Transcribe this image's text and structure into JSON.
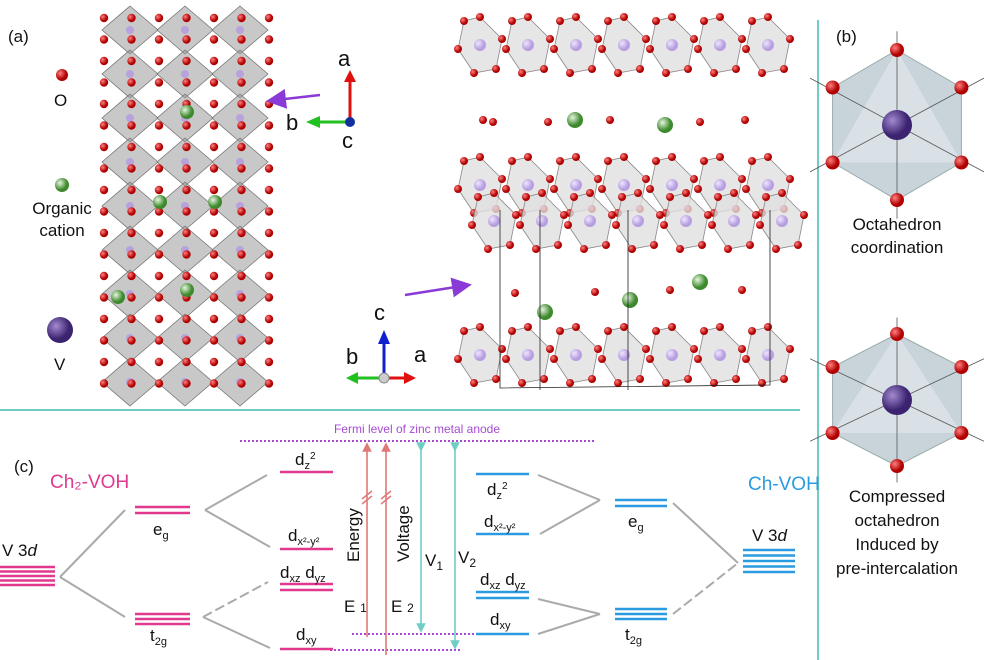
{
  "panels": {
    "a": "(a)",
    "b": "(b)",
    "c": "(c)"
  },
  "legend": {
    "o": "O",
    "organic1": "Organic",
    "organic2": "cation",
    "v": "V"
  },
  "axes1": {
    "a": "a",
    "b": "b",
    "c": "c"
  },
  "axes2": {
    "a": "a",
    "b": "b",
    "c": "c"
  },
  "octahedra": {
    "regular": [
      "Octahedron",
      "coordination"
    ],
    "compressed": [
      "Compressed",
      "octahedron",
      "Induced by",
      "pre-intercalation"
    ]
  },
  "energy_diagram": {
    "fermi": "Fermi level of zinc metal anode",
    "left_title": "Ch₂-VOH",
    "right_title": "Ch-VOH",
    "v3d": "V 3",
    "v3d_italic": "d",
    "eg": "e",
    "eg_sub": "g",
    "t2g": "t",
    "t2g_sub": "2g",
    "d": "d",
    "dz2_sub": "z",
    "dz2_sup": "2",
    "dx2y2_sub": "x²-y²",
    "dxz_sub": "xz",
    "dyz_sub": "yz",
    "dxy_sub": "xy",
    "energy": "Energy",
    "voltage": "Voltage",
    "E1": "E",
    "E1_sub": "1",
    "E2": "E",
    "E2_sub": "2",
    "V1": "V",
    "V1_sub": "1",
    "V2": "V",
    "V2_sub": "2"
  },
  "colors": {
    "pink": "#e0398e",
    "blue": "#2a9be0",
    "cyan": "#6fcdc6",
    "purple": "#a64ad6",
    "gray": "#aaaaaa",
    "red": "#e0787a"
  }
}
